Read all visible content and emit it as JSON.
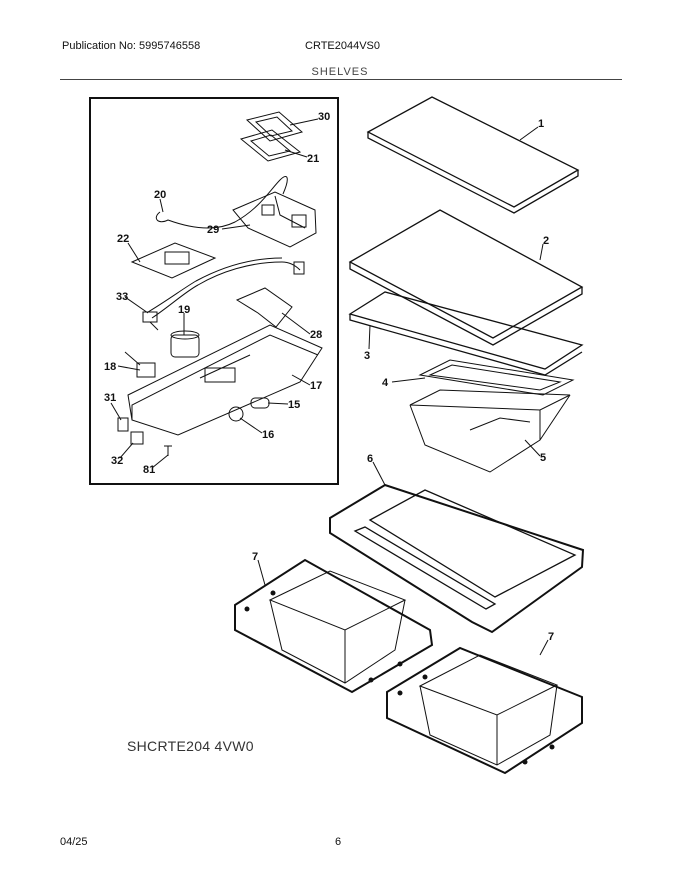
{
  "header": {
    "publication": "Publication No: 5995746558",
    "model": "CRTE2044VS0",
    "section": "SHELVES"
  },
  "callouts": [
    "1",
    "2",
    "3",
    "4",
    "5",
    "6",
    "7",
    "7",
    "30",
    "21",
    "20",
    "29",
    "22",
    "33",
    "19",
    "28",
    "18",
    "17",
    "31",
    "15",
    "16",
    "32",
    "81"
  ],
  "diagram_code": "SHCRTE204 4VW0",
  "footer": {
    "date": "04/25",
    "page": "6"
  }
}
